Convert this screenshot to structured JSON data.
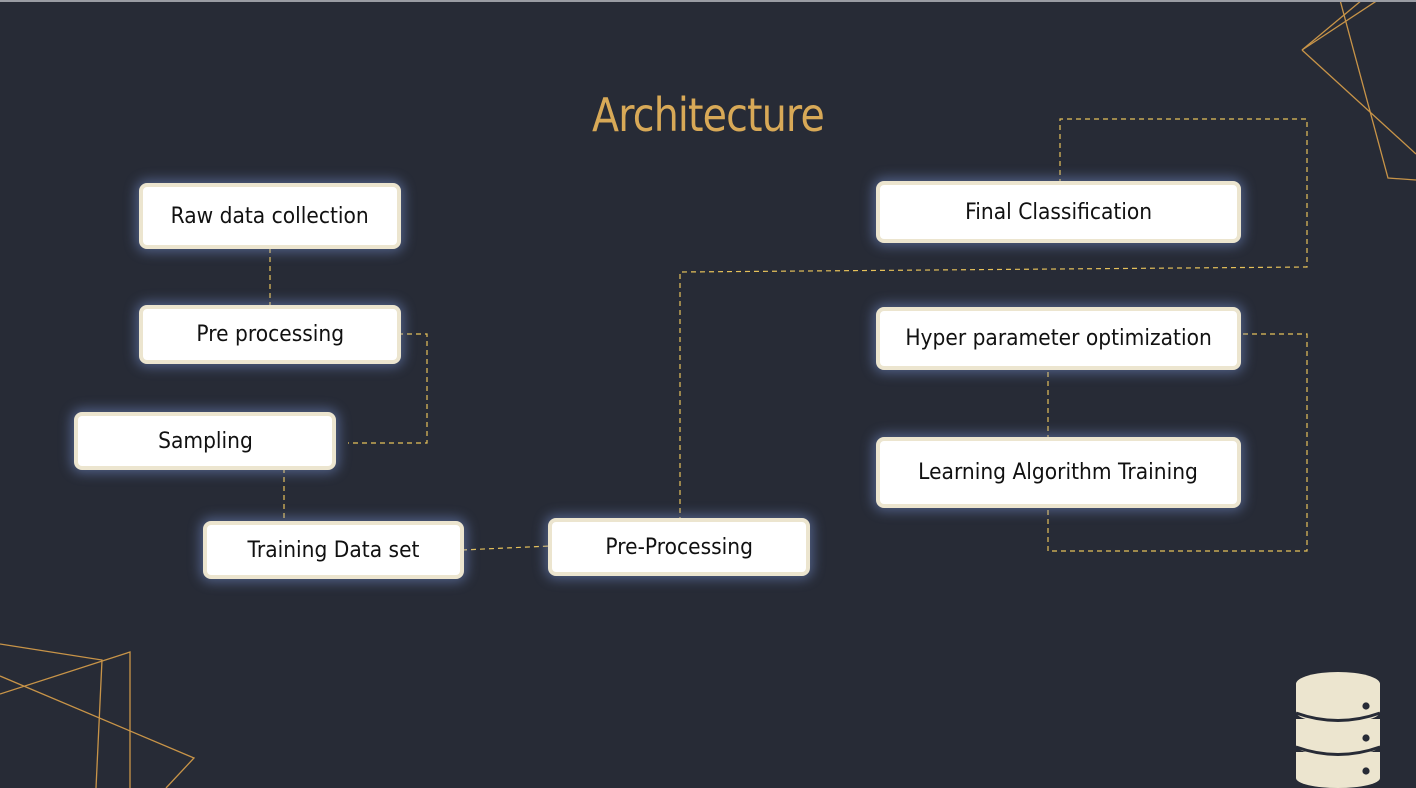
{
  "slide": {
    "title": "Architecture"
  },
  "nodes": {
    "raw_data_collection": "Raw data collection",
    "pre_processing_1": "Pre processing",
    "sampling": "Sampling",
    "training_data_set": "Training Data set",
    "pre_processing_2": "Pre-Processing",
    "final_classification": "Final Classification",
    "hyper_parameter_optimization": "Hyper parameter optimization",
    "learning_algorithm_training": "Learning Algorithm Training"
  },
  "icons": {
    "database": "database-icon"
  },
  "colors": {
    "background": "#272b36",
    "accent": "#d8a957",
    "node_fill": "#ffffff",
    "node_border": "#ece5cf",
    "connector": "#e6c15a",
    "icon_fill": "#ece5cf"
  }
}
